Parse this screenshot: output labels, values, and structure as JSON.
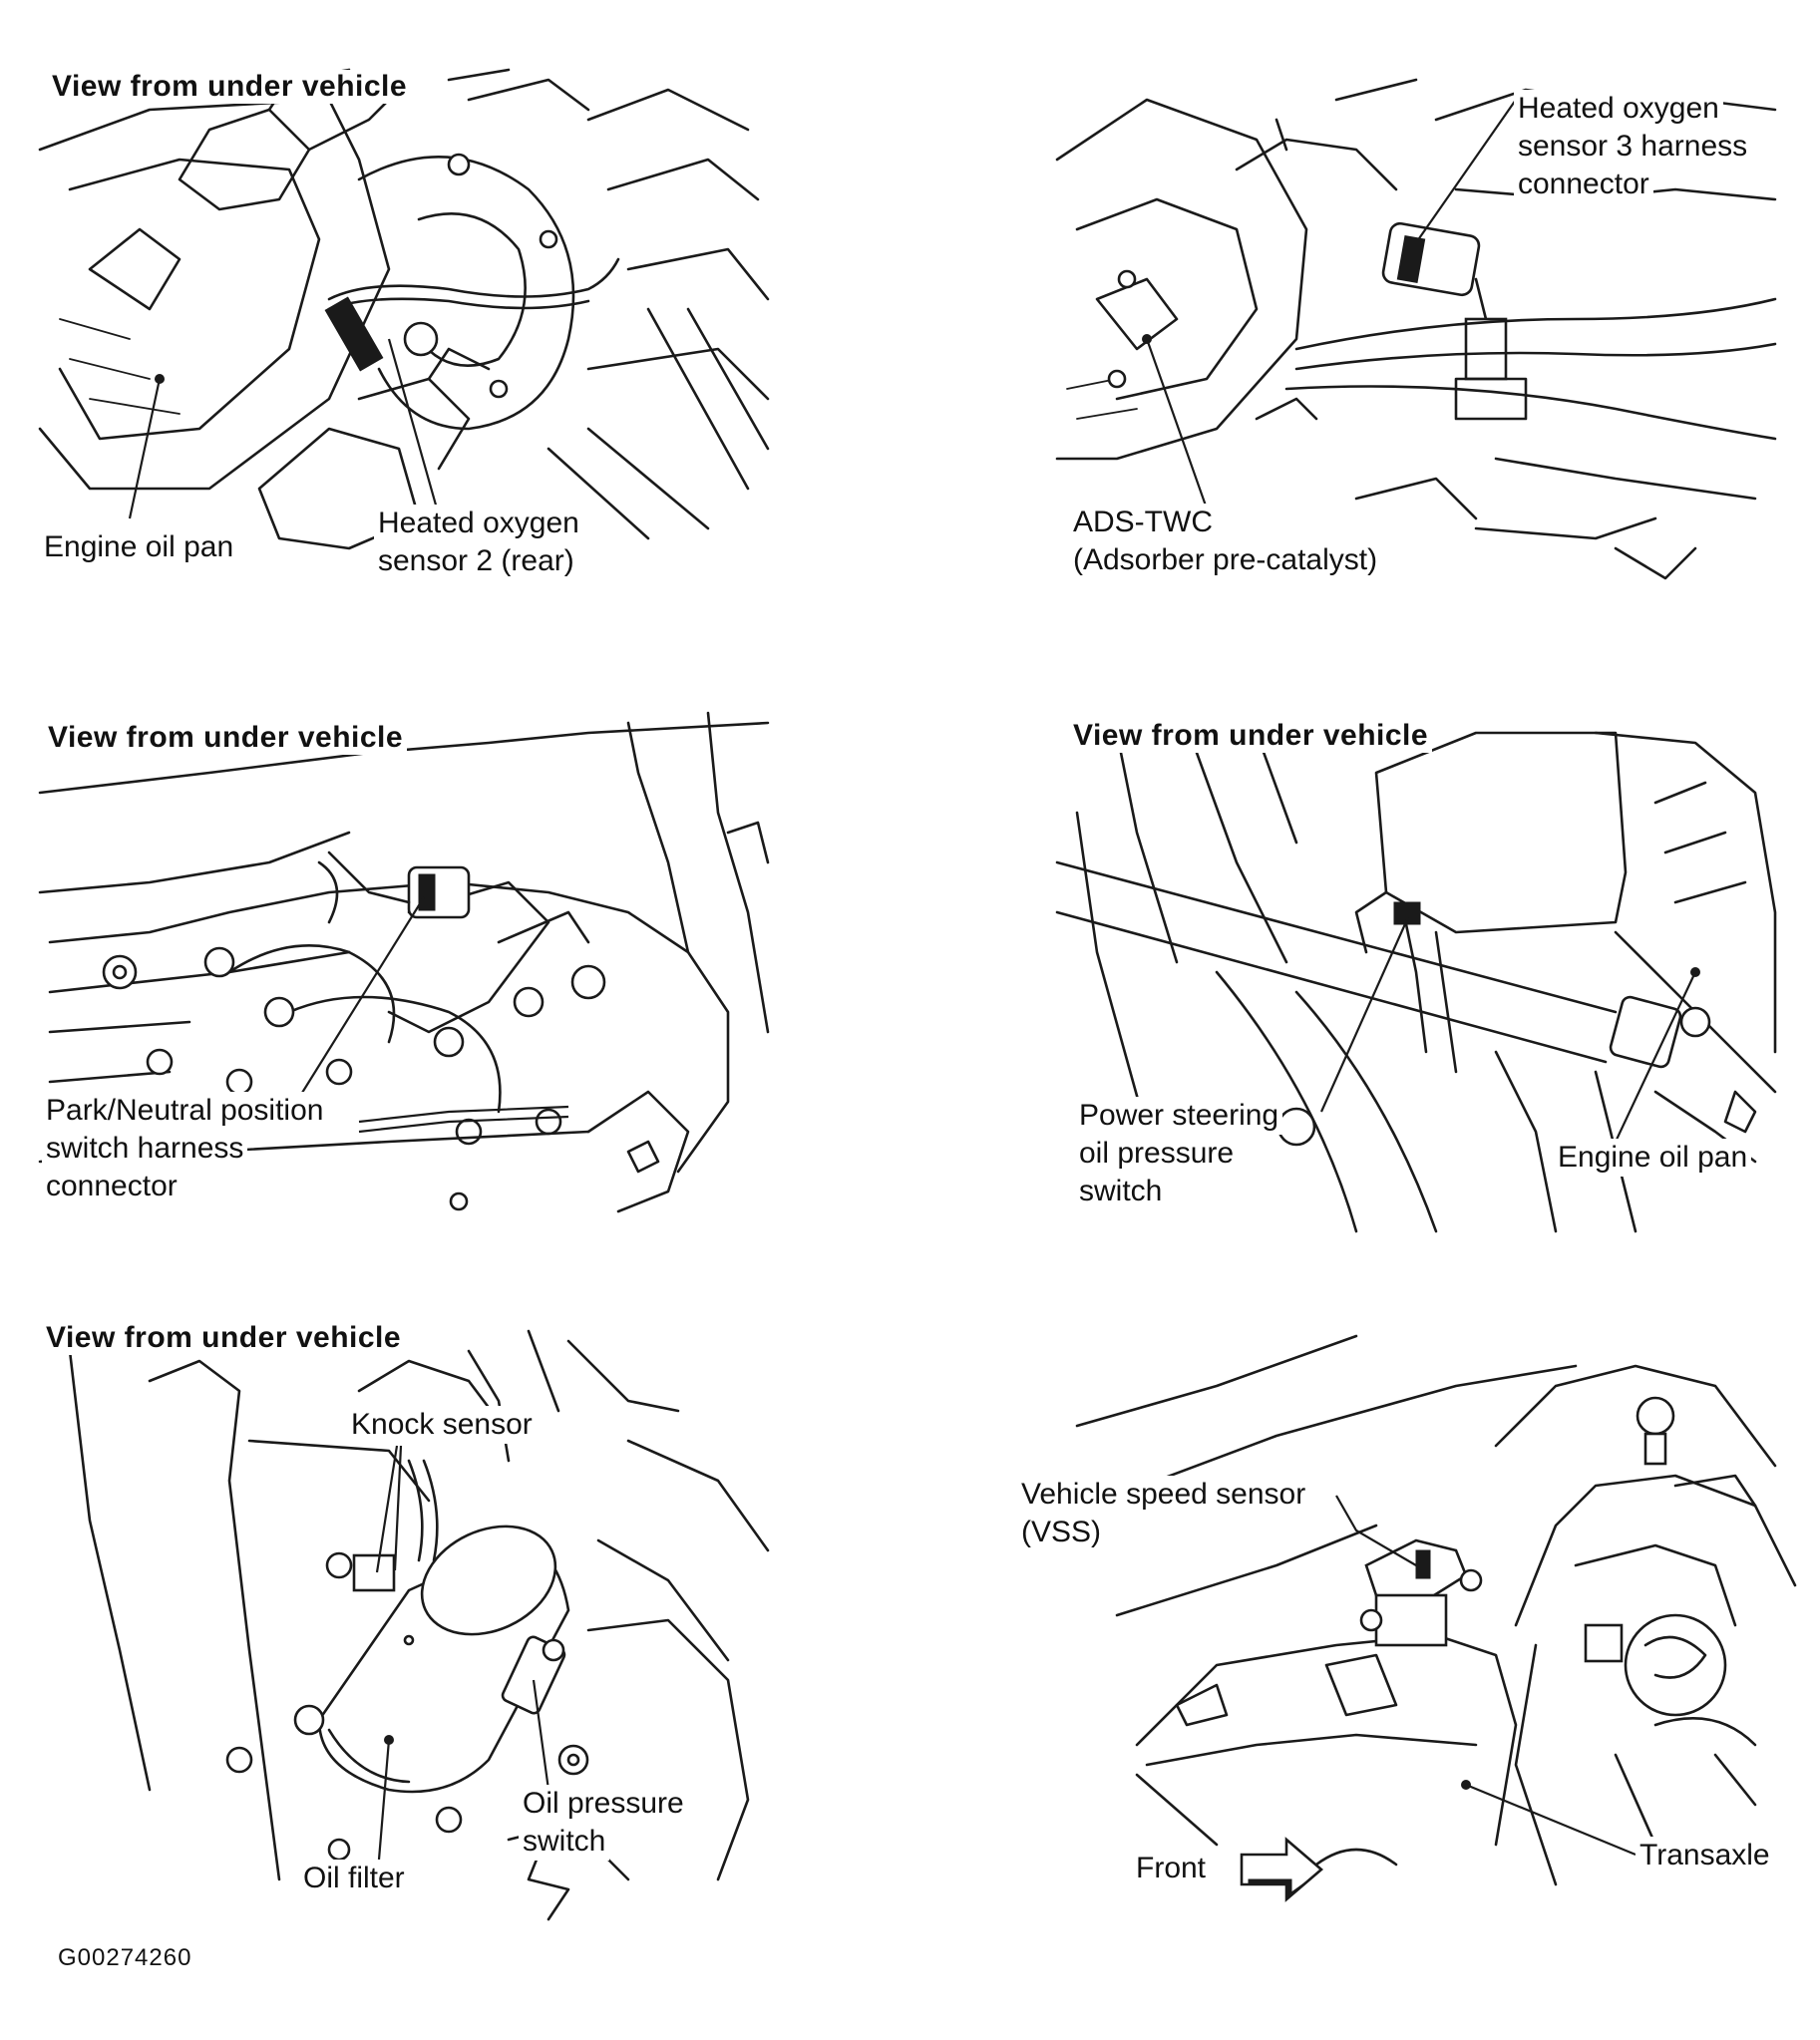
{
  "panels": [
    {
      "view_label": "View from under vehicle",
      "callouts": [
        "Engine oil pan",
        "Heated oxygen",
        "sensor 2 (rear)"
      ]
    },
    {
      "view_label": "",
      "callouts": [
        "Heated oxygen",
        "sensor 3 harness",
        "connector",
        "ADS-TWC",
        "(Adsorber pre-catalyst)"
      ]
    },
    {
      "view_label": "View from under vehicle",
      "callouts": [
        "Park/Neutral position",
        "switch harness",
        "connector"
      ]
    },
    {
      "view_label": "View from under vehicle",
      "callouts": [
        "Power steering",
        "oil pressure",
        "switch",
        "Engine oil pan"
      ]
    },
    {
      "view_label": "View from under vehicle",
      "callouts": [
        "Knock sensor",
        "Oil filter",
        "Oil pressure",
        "switch"
      ]
    },
    {
      "view_label": "",
      "callouts": [
        "Vehicle speed sensor",
        "(VSS)",
        "Front",
        "Transaxle"
      ]
    }
  ],
  "figure_id": "G00274260"
}
